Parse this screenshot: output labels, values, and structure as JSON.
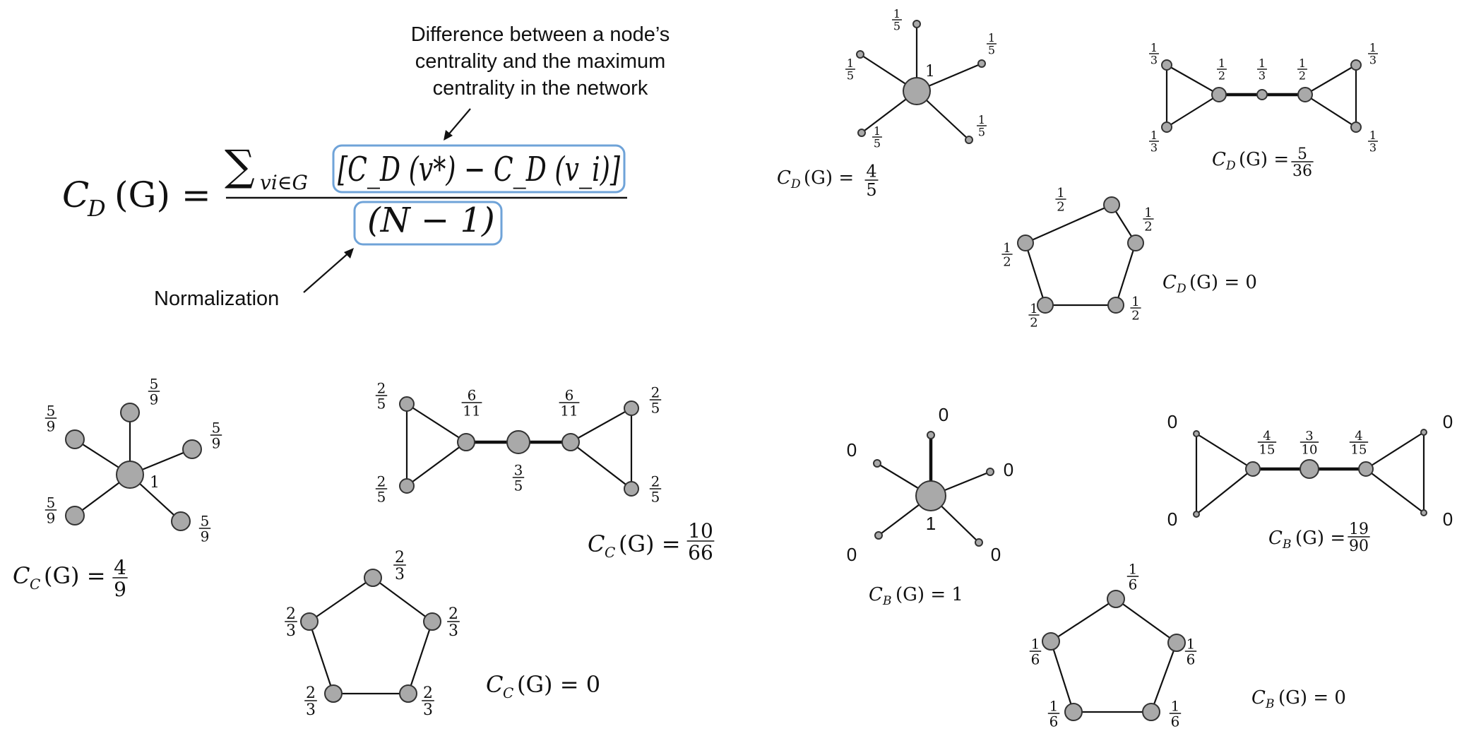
{
  "formula": {
    "lhs": "C",
    "lhs_sub": "D",
    "lhs_arg": "(G) =",
    "sum": "∑",
    "sum_sub": "vi∈G",
    "numerator": "[C_D (v*) − C_D (v_i)]",
    "denominator": "(N − 1)",
    "annotation_top": [
      "Difference between a node’s",
      "centrality and the maximum",
      "centrality in the network"
    ],
    "annotation_bottom": "Normalization"
  },
  "graphs": {
    "degree_star": {
      "leaf_labels": [
        {
          "n": "1",
          "d": "5"
        },
        {
          "n": "1",
          "d": "5"
        },
        {
          "n": "1",
          "d": "5"
        },
        {
          "n": "1",
          "d": "5"
        },
        {
          "n": "1",
          "d": "5"
        }
      ],
      "center_label": "1",
      "result_lhs": "C",
      "result_sub": "D",
      "result_arg": "(G) =",
      "result_frac": {
        "n": "4",
        "d": "5"
      }
    },
    "degree_bowtie": {
      "labels": [
        {
          "n": "1",
          "d": "3"
        },
        {
          "n": "1",
          "d": "3"
        },
        {
          "n": "1",
          "d": "2"
        },
        {
          "n": "1",
          "d": "3"
        },
        {
          "n": "1",
          "d": "2"
        },
        {
          "n": "1",
          "d": "3"
        },
        {
          "n": "1",
          "d": "3"
        }
      ],
      "result_lhs": "C",
      "result_sub": "D",
      "result_arg": "(G) =",
      "result_frac": {
        "n": "5",
        "d": "36"
      }
    },
    "degree_pentagon": {
      "labels": [
        {
          "n": "1",
          "d": "2"
        },
        {
          "n": "1",
          "d": "2"
        },
        {
          "n": "1",
          "d": "2"
        },
        {
          "n": "1",
          "d": "2"
        },
        {
          "n": "1",
          "d": "2"
        }
      ],
      "result": "C_D(G) = 0",
      "result_lhs": "C",
      "result_sub": "D",
      "result_arg": "(G) = 0"
    },
    "closeness_star": {
      "leaf_labels": [
        {
          "n": "5",
          "d": "9"
        },
        {
          "n": "5",
          "d": "9"
        },
        {
          "n": "5",
          "d": "9"
        },
        {
          "n": "5",
          "d": "9"
        },
        {
          "n": "5",
          "d": "9"
        }
      ],
      "center_label": "1",
      "result_lhs": "C",
      "result_sub": "C",
      "result_arg": "(G) =",
      "result_frac": {
        "n": "4",
        "d": "9"
      }
    },
    "closeness_bowtie": {
      "labels": [
        {
          "n": "2",
          "d": "5"
        },
        {
          "n": "2",
          "d": "5"
        },
        {
          "n": "6",
          "d": "11"
        },
        {
          "n": "3",
          "d": "5"
        },
        {
          "n": "6",
          "d": "11"
        },
        {
          "n": "2",
          "d": "5"
        },
        {
          "n": "2",
          "d": "5"
        }
      ],
      "result_lhs": "C",
      "result_sub": "C",
      "result_arg": "(G) =",
      "result_frac": {
        "n": "10",
        "d": "66"
      }
    },
    "closeness_pentagon": {
      "labels": [
        {
          "n": "2",
          "d": "3"
        },
        {
          "n": "2",
          "d": "3"
        },
        {
          "n": "2",
          "d": "3"
        },
        {
          "n": "2",
          "d": "3"
        },
        {
          "n": "2",
          "d": "3"
        }
      ],
      "result_lhs": "C",
      "result_sub": "C",
      "result_arg": "(G) = 0"
    },
    "betweenness_star": {
      "leaf_labels": [
        "0",
        "0",
        "0",
        "0",
        "0"
      ],
      "center_label": "1",
      "result_lhs": "C",
      "result_sub": "B",
      "result_arg": "(G) = 1"
    },
    "betweenness_bowtie": {
      "outer_labels": [
        "0",
        "0",
        "0",
        "0"
      ],
      "inner_labels": [
        {
          "n": "4",
          "d": "15"
        },
        {
          "n": "3",
          "d": "10"
        },
        {
          "n": "4",
          "d": "15"
        }
      ],
      "result_lhs": "C",
      "result_sub": "B",
      "result_arg": "(G) =",
      "result_frac": {
        "n": "19",
        "d": "90"
      }
    },
    "betweenness_pentagon": {
      "labels": [
        {
          "n": "1",
          "d": "6"
        },
        {
          "n": "1",
          "d": "6"
        },
        {
          "n": "1",
          "d": "6"
        },
        {
          "n": "1",
          "d": "6"
        },
        {
          "n": "1",
          "d": "6"
        }
      ],
      "result_lhs": "C",
      "result_sub": "B",
      "result_arg": "(G) = 0"
    }
  }
}
